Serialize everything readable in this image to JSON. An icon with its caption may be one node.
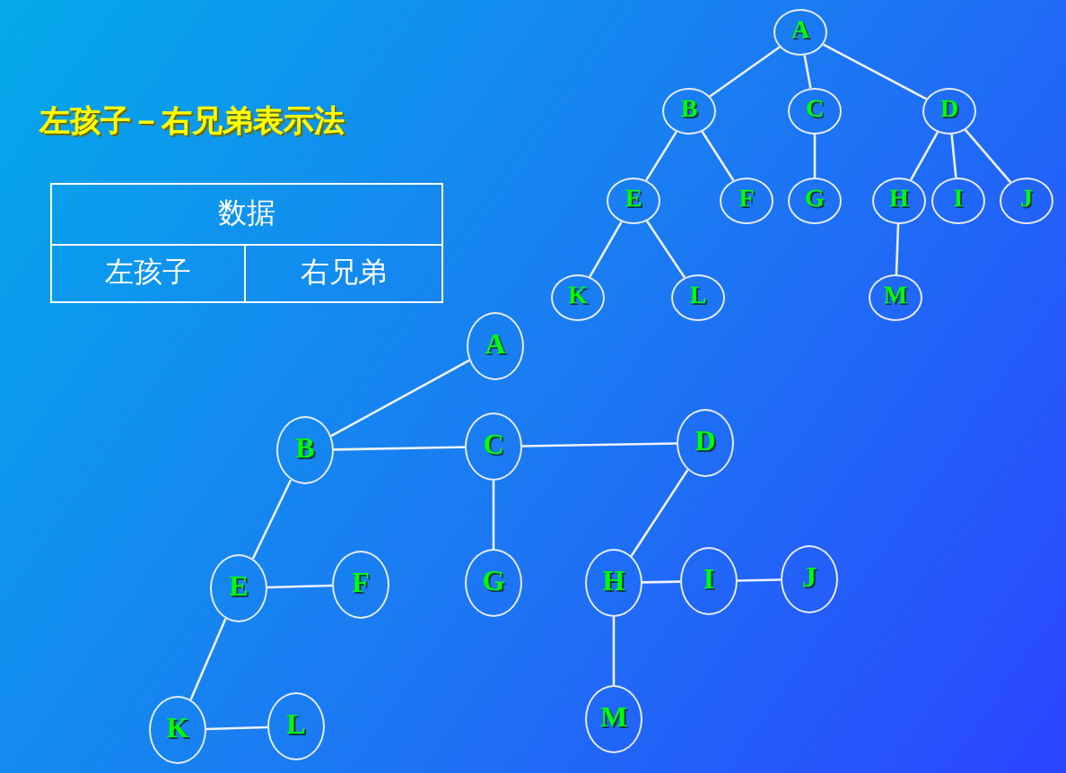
{
  "diagram": {
    "title": "左孩子－右兄弟表示法",
    "nodes": [
      {
        "text": [
          "A"
        ]
      },
      {
        "text": [
          "B"
        ]
      },
      {
        "text": [
          "C"
        ]
      },
      {
        "text": [
          "D"
        ]
      },
      {
        "text": [
          "E"
        ]
      },
      {
        "text": [
          "F"
        ]
      },
      {
        "text": [
          "G"
        ]
      },
      {
        "text": [
          "H"
        ]
      },
      {
        "text": [
          "I"
        ]
      },
      {
        "text": [
          "J"
        ]
      },
      {
        "text": [
          "K"
        ]
      },
      {
        "text": [
          "L"
        ]
      },
      {
        "text": [
          "M"
        ]
      },
      {
        "text": [
          "A"
        ]
      },
      {
        "text": [
          "B"
        ]
      },
      {
        "text": [
          "C"
        ]
      },
      {
        "text": [
          "D"
        ]
      },
      {
        "text": [
          "E"
        ]
      },
      {
        "text": [
          "F"
        ]
      },
      {
        "text": [
          "G"
        ]
      },
      {
        "text": [
          "H"
        ]
      },
      {
        "text": [
          "I"
        ]
      },
      {
        "text": [
          "J"
        ]
      },
      {
        "text": [
          "K"
        ]
      },
      {
        "text": [
          "L"
        ]
      },
      {
        "text": [
          "M"
        ]
      }
    ],
    "edges": [
      {
        "from": 0,
        "to": 1,
        "arrow": "none"
      },
      {
        "from": 0,
        "to": 2,
        "arrow": "none"
      },
      {
        "from": 0,
        "to": 3,
        "arrow": "none"
      },
      {
        "from": 1,
        "to": 4,
        "arrow": "none"
      },
      {
        "from": 1,
        "to": 5,
        "arrow": "none"
      },
      {
        "from": 2,
        "to": 6,
        "arrow": "none"
      },
      {
        "from": 3,
        "to": 7,
        "arrow": "none"
      },
      {
        "from": 3,
        "to": 8,
        "arrow": "none"
      },
      {
        "from": 3,
        "to": 9,
        "arrow": "none"
      },
      {
        "from": 4,
        "to": 10,
        "arrow": "none"
      },
      {
        "from": 4,
        "to": 11,
        "arrow": "none"
      },
      {
        "from": 7,
        "to": 12,
        "arrow": "none"
      },
      {
        "from": 13,
        "to": 14,
        "arrow": "none"
      },
      {
        "from": 14,
        "to": 15,
        "arrow": "none"
      },
      {
        "from": 15,
        "to": 16,
        "arrow": "none"
      },
      {
        "from": 14,
        "to": 17,
        "arrow": "none"
      },
      {
        "from": 17,
        "to": 18,
        "arrow": "none"
      },
      {
        "from": 15,
        "to": 19,
        "arrow": "none"
      },
      {
        "from": 16,
        "to": 20,
        "arrow": "none"
      },
      {
        "from": 20,
        "to": 21,
        "arrow": "none"
      },
      {
        "from": 21,
        "to": 22,
        "arrow": "none"
      },
      {
        "from": 17,
        "to": 23,
        "arrow": "none"
      },
      {
        "from": 23,
        "to": 24,
        "arrow": "none"
      },
      {
        "from": 20,
        "to": 25,
        "arrow": "none"
      }
    ],
    "labels": [
      "数据",
      "左孩子",
      "右兄弟"
    ]
  }
}
